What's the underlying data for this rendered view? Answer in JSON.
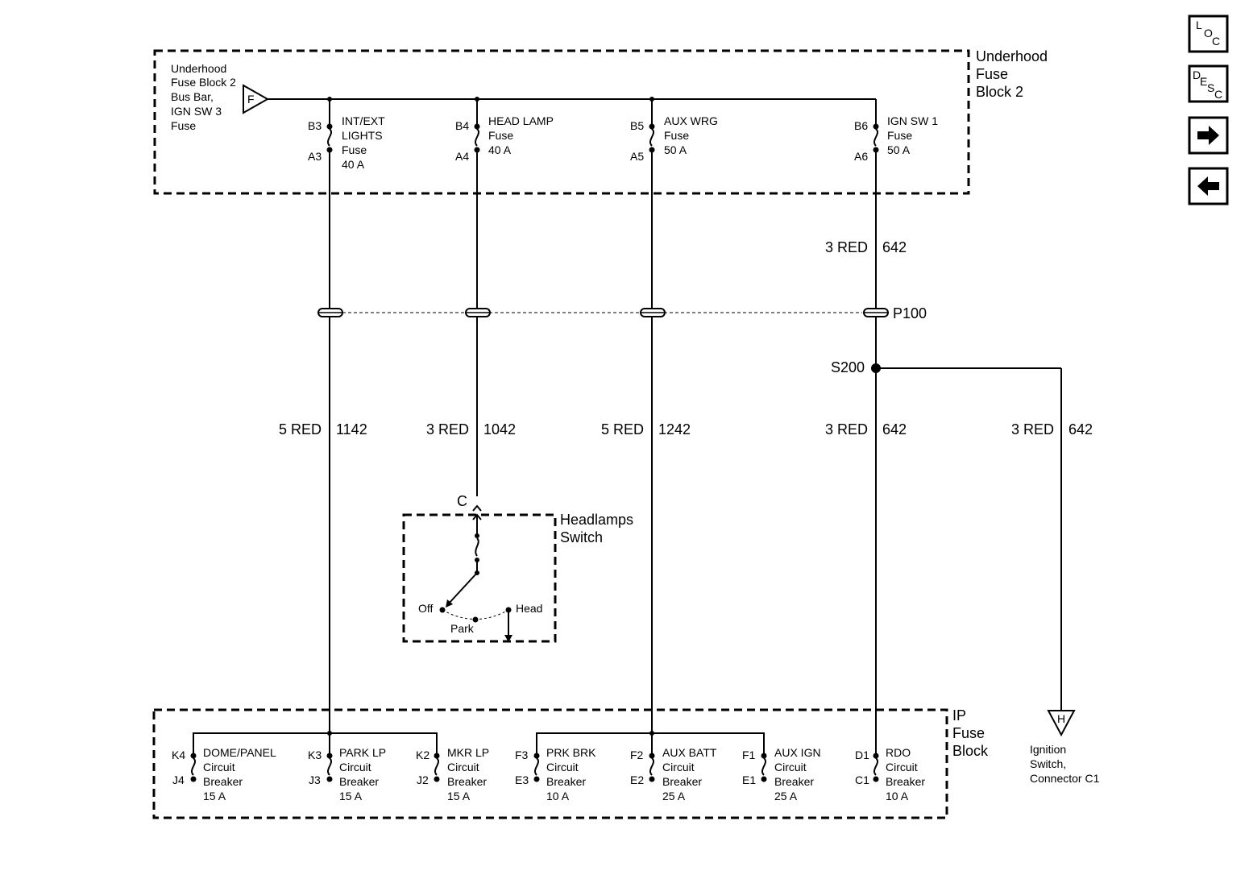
{
  "underhood_block": {
    "title_lines": [
      "Underhood",
      "Fuse",
      "Block 2"
    ],
    "source_lines": [
      "Underhood",
      "Fuse Block 2",
      "Bus Bar,",
      "IGN SW 3",
      "Fuse"
    ],
    "source_letter": "F",
    "fuses": [
      {
        "top_pin": "B3",
        "bottom_pin": "A3",
        "lines": [
          "INT/EXT",
          "LIGHTS",
          "Fuse",
          "40 A"
        ]
      },
      {
        "top_pin": "B4",
        "bottom_pin": "A4",
        "lines": [
          "HEAD LAMP",
          "Fuse",
          "40 A"
        ]
      },
      {
        "top_pin": "B5",
        "bottom_pin": "A5",
        "lines": [
          "AUX WRG",
          "Fuse",
          "50 A"
        ]
      },
      {
        "top_pin": "B6",
        "bottom_pin": "A6",
        "lines": [
          "IGN SW 1",
          "Fuse",
          "50 A"
        ]
      }
    ]
  },
  "connector": {
    "name": "P100"
  },
  "splice": {
    "name": "S200"
  },
  "wires": [
    {
      "gauge_color": "3 RED",
      "circuit": "642"
    },
    {
      "gauge_color": "5 RED",
      "circuit": "1142"
    },
    {
      "gauge_color": "3 RED",
      "circuit": "1042"
    },
    {
      "gauge_color": "5 RED",
      "circuit": "1242"
    },
    {
      "gauge_color": "3 RED",
      "circuit": "642"
    },
    {
      "gauge_color": "3 RED",
      "circuit": "642"
    }
  ],
  "headlamp_switch": {
    "title_lines": [
      "Headlamps",
      "Switch"
    ],
    "pin": "C",
    "positions": [
      "Off",
      "Park",
      "Head"
    ]
  },
  "ip_block": {
    "title_lines": [
      "IP",
      "Fuse",
      "Block"
    ],
    "breakers": [
      {
        "top_pin": "K4",
        "bottom_pin": "J4",
        "lines": [
          "DOME/PANEL",
          "Circuit",
          "Breaker",
          "15 A"
        ]
      },
      {
        "top_pin": "K3",
        "bottom_pin": "J3",
        "lines": [
          "PARK LP",
          "Circuit",
          "Breaker",
          "15 A"
        ]
      },
      {
        "top_pin": "K2",
        "bottom_pin": "J2",
        "lines": [
          "MKR LP",
          "Circuit",
          "Breaker",
          "15 A"
        ]
      },
      {
        "top_pin": "F3",
        "bottom_pin": "E3",
        "lines": [
          "PRK BRK",
          "Circuit",
          "Breaker",
          "10 A"
        ]
      },
      {
        "top_pin": "F2",
        "bottom_pin": "E2",
        "lines": [
          "AUX BATT",
          "Circuit",
          "Breaker",
          "25 A"
        ]
      },
      {
        "top_pin": "F1",
        "bottom_pin": "E1",
        "lines": [
          "AUX IGN",
          "Circuit",
          "Breaker",
          "25 A"
        ]
      },
      {
        "top_pin": "D1",
        "bottom_pin": "C1",
        "lines": [
          "RDO",
          "Circuit",
          "Breaker",
          "10 A"
        ]
      }
    ]
  },
  "ignition_switch": {
    "letter": "H",
    "lines": [
      "Ignition",
      "Switch,",
      "Connector C1"
    ]
  },
  "nav": {
    "loc": [
      "L",
      "O",
      "C"
    ],
    "desc": [
      "D",
      "E",
      "S",
      "C"
    ],
    "next_icon": "arrow-right-icon",
    "prev_icon": "arrow-left-icon"
  }
}
